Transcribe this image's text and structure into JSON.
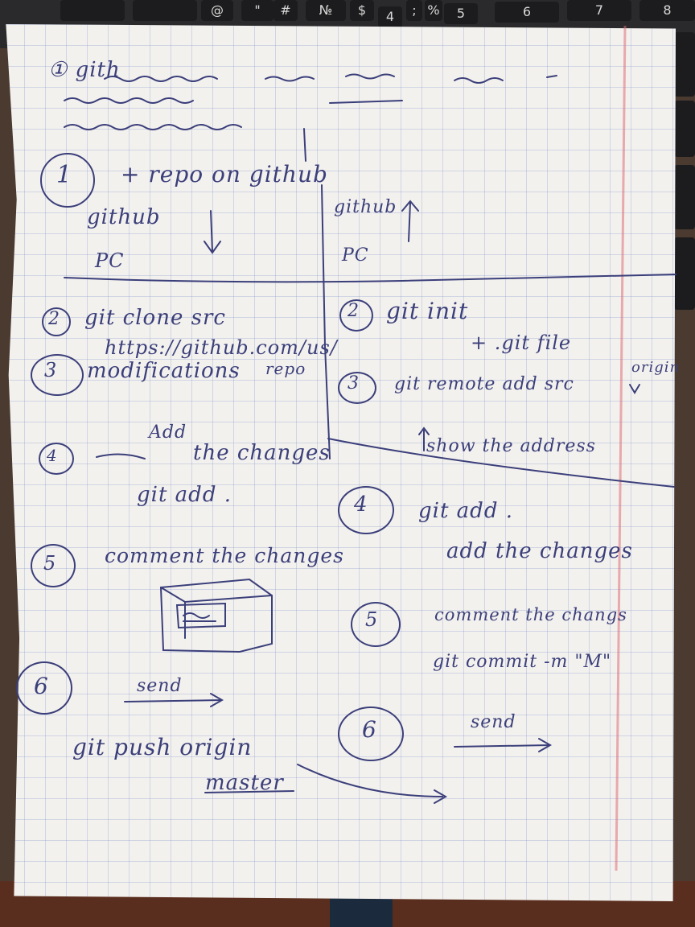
{
  "keyboard": {
    "keys": [
      "@",
      "\"",
      "#",
      "№",
      "$",
      "4",
      ";",
      "%",
      "5",
      "6",
      "7",
      "8"
    ]
  },
  "notes": {
    "heading": "① gith",
    "left": {
      "step1_num": "1",
      "step1_text": "+   repo   on   github",
      "github_label": "github",
      "pc_label": "PC",
      "step2_num": "2",
      "step2_text": "git  clone  src",
      "step2_url": "https://github.com/us/",
      "step2_repo": "repo",
      "step3_num": "3",
      "step3_text": "modifications",
      "step4_num": "4",
      "step4_add": "Add",
      "step4_text": "the changes",
      "step4_cmd": "git add .",
      "step5_num": "5",
      "step5_text": "comment the changes",
      "step6_num": "6",
      "step6_send": "send",
      "step6_cmd": "git push origin",
      "step6_master": "master"
    },
    "right": {
      "github_label": "github",
      "pc_label": "PC",
      "step2_num": "2",
      "step2_text": "git   init",
      "step2_sub": "+ .git   file",
      "origin_label": "origin",
      "step3_num": "3",
      "step3_text": "git   remote add src",
      "step3_sub": "show   the address",
      "step4_num": "4",
      "step4_text": "git  add .",
      "step4_sub": "add  the  changes",
      "step5_num": "5",
      "step5_text": "comment the changs",
      "step5_cmd": "git commit -m  \"M\"",
      "step6_num": "6",
      "step6_send": "send"
    }
  },
  "colors": {
    "ink": "#3b3f7a",
    "paper": "#f3f1ee",
    "grid": "#8c9cd0",
    "margin_line": "#dc6e78"
  }
}
